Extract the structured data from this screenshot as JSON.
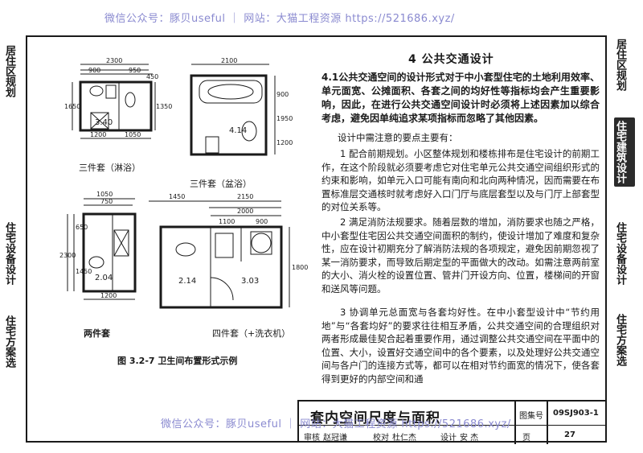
{
  "watermark_top": "微信公众号：豚贝useful ｜ 网站：大猫工程资源 https://521686.xyz/",
  "watermark_bottom": "微信公众号：豚贝useful ｜ 网站：大猫工程资源 https://521686.xyz/",
  "left_tabs": [
    {
      "text": "居住区规划"
    },
    {
      "text": "住宅设备设计"
    },
    {
      "text": "住宅方案选"
    }
  ],
  "right_tabs": [
    {
      "text": "居住区规划"
    },
    {
      "text": "住宅建筑设计"
    },
    {
      "text": "住宅设备设计"
    },
    {
      "text": "住宅方案选"
    }
  ],
  "section_title": "4 公共交通设计",
  "paragraphs": {
    "p1": "4.1公共交通空间的设计形式对于中小套型住宅的土地利用效率、单元面宽、公摊面积、各套之间的均好性等指标均会产生重要影响，因此，在进行公共交通空间设计时必须将上述因素加以综合考虑，避免因单纯追求某项指标而忽略了其他因素。",
    "p2": "设计中需注意的要点主要有：",
    "p3": "1 配合前期规划。小区整体规划和楼栋排布是住宅设计的前期工作，在这个阶段就必须要考虑它对住宅单元公共交通空间组织形式的约束和影响，如单元入口可能有南向和北向两种情况，因而需要在布置标准层交通核时就考虑好入口门厅与底层套型以及与门厅上部套型的对位关系等。",
    "p4": "2 满足消防法规要求。随着层数的增加，消防要求也随之严格，中小套型住宅因公共交通空间面积的制约，使设计增加了难度和复杂性，应在设计初期充分了解消防法规的各项规定，避免因前期忽视了某一消防要求，而导致后期定型的平面做大的改动。如需注意两前室的大小、消火栓的设置位置、管井门开设方向、位置，楼梯间的开窗和送风等问题。",
    "p5": "3 协调单元总面宽与各套均好性。在中小套型设计中“节约用地”与“各套均好”的要求往往相互矛盾，公共交通空间的合理组织对两者形成最佳契合起着重要作用，通过调整公共交通空间在平面中的位置、大小，设置好交通空间中的各个要素，以及处理好公共交通空间与各户门的连接方式等，都可以在相对节约面宽的情况下，使各套得到更好的内部空间和通"
  },
  "figure": {
    "caption": "图 3.2-7 卫生间布置形式示例",
    "plans": [
      {
        "label": "三件套（淋浴）",
        "area": "3.40",
        "dims": [
          "2300",
          "900",
          "950",
          "450",
          "1350",
          "1200",
          "1050",
          "1650"
        ]
      },
      {
        "label": "三件套（盆浴）",
        "area": "4.14",
        "dims": [
          "2100",
          "900",
          "1200",
          "1950"
        ]
      },
      {
        "label": "两件套",
        "area": "2.04",
        "dims": [
          "1050",
          "750",
          "2300",
          "650",
          "1450",
          "1200"
        ]
      },
      {
        "label": "四件套（+洗衣机）",
        "area_a": "2.14",
        "area_b": "3.03",
        "dims": [
          "1450",
          "2150",
          "2000",
          "1100",
          "900",
          "1800"
        ]
      }
    ]
  },
  "title_block": {
    "title": "套内空间尺度与面积",
    "atlas_label": "图集号",
    "atlas_no": "09SJ903-1",
    "page_label": "页",
    "page_no": "27",
    "sign_row": [
      "审核",
      "赵冠谦",
      "校对",
      "杜仁杰",
      "设计",
      "安 杰"
    ]
  }
}
